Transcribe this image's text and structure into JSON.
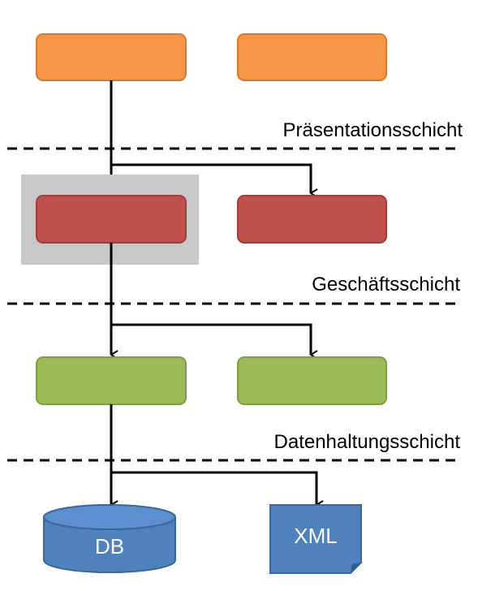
{
  "diagram": {
    "layers": [
      {
        "label": "Präsentationsschicht",
        "colors": {
          "fill": "#f79646",
          "stroke": "#d8792c"
        },
        "boxes": [
          "presentation-box-left",
          "presentation-box-right"
        ]
      },
      {
        "label": "Geschäftsschicht",
        "colors": {
          "fill": "#c0504d",
          "stroke": "#a63c39"
        },
        "boxes": [
          "business-box-left",
          "business-box-right"
        ],
        "highlighted_box": "business-box-left",
        "highlight_color": "#c8c8c8"
      },
      {
        "label": "Datenhaltungsschicht",
        "colors": {
          "fill": "#9bbb59",
          "stroke": "#7f9c43"
        },
        "boxes": [
          "data-box-left",
          "data-box-right"
        ]
      }
    ],
    "stores": {
      "database": {
        "label": "DB",
        "icon": "database-cylinder-icon",
        "color": "#4f81bd"
      },
      "file": {
        "label": "XML",
        "icon": "document-icon",
        "color": "#4f81bd"
      }
    },
    "line_color": "#000000"
  }
}
